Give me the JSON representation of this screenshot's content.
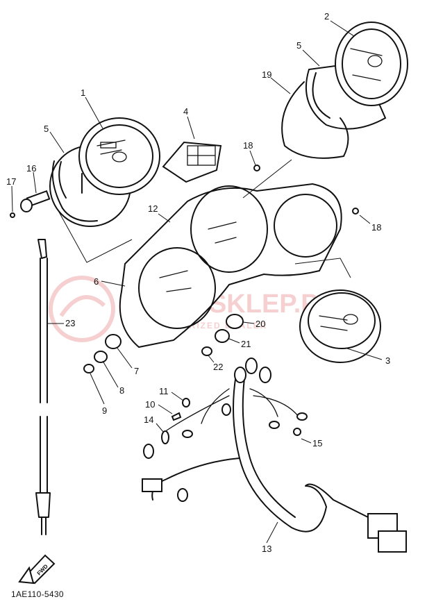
{
  "parts": [
    {
      "num": "1"
    },
    {
      "num": "2"
    },
    {
      "num": "3"
    },
    {
      "num": "4"
    },
    {
      "num": "5"
    },
    {
      "num": "5"
    },
    {
      "num": "6"
    },
    {
      "num": "7"
    },
    {
      "num": "8"
    },
    {
      "num": "9"
    },
    {
      "num": "10"
    },
    {
      "num": "11"
    },
    {
      "num": "12"
    },
    {
      "num": "13"
    },
    {
      "num": "14"
    },
    {
      "num": "15"
    },
    {
      "num": "16"
    },
    {
      "num": "17"
    },
    {
      "num": "18"
    },
    {
      "num": "18"
    },
    {
      "num": "19"
    },
    {
      "num": "20"
    },
    {
      "num": "21"
    },
    {
      "num": "22"
    },
    {
      "num": "23"
    }
  ],
  "watermark": {
    "brand": "MOTO-SKLEP.PL",
    "sub": "AUTHORIZED DEALER"
  },
  "front_arrow_label": "FWD",
  "catalog_code": "1AE110-5430",
  "colors": {
    "ink": "#111111",
    "watermark": "#e87a7a"
  }
}
